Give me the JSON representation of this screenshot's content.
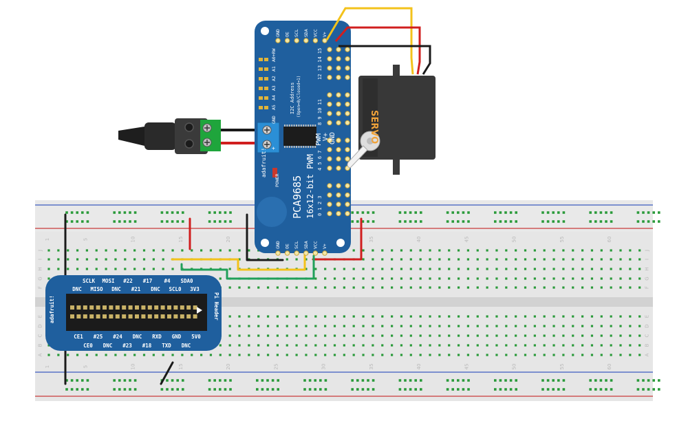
{
  "breadboard": {
    "column_numbers": [
      "1",
      "5",
      "10",
      "15",
      "20",
      "25",
      "30",
      "35",
      "40",
      "45",
      "50",
      "55",
      "60"
    ],
    "row_letters_top": [
      "J",
      "I",
      "H",
      "G",
      "F"
    ],
    "row_letters_bottom": [
      "E",
      "D",
      "C",
      "B",
      "A"
    ]
  },
  "pwm_board": {
    "model": "PCA9685",
    "subtitle": "16x12-bit PWM",
    "brand": "adafruit!",
    "power_label": "POWER",
    "address_label": "I2C Address",
    "address_note": "(Open=0/Closed=1)",
    "address_pins": [
      "A5",
      "A4",
      "A3",
      "A2",
      "A1",
      "A0+RW"
    ],
    "top_header": [
      "GND",
      "OE",
      "SCL",
      "SDA",
      "VCC",
      "V+"
    ],
    "bottom_header": [
      "GND",
      "OE",
      "SCL",
      "SDA",
      "VCC",
      "V+"
    ],
    "terminal_labels": [
      "GND",
      "+"
    ],
    "channel_groups": [
      "12 13 14 15",
      "8 9 10 11",
      "4 5 6 7",
      "0 1 2 3"
    ],
    "servo_header_labels": [
      "PWM",
      "V+",
      "GND"
    ]
  },
  "servo": {
    "label": "SERVO"
  },
  "cobbler": {
    "brand": "adafruit!",
    "title": "Pi Header",
    "top_row_1": [
      "SCLK",
      "MOSI",
      "#22",
      "#17",
      "#4",
      "SDA0"
    ],
    "top_row_2": [
      "DNC",
      "MISO",
      "DNC",
      "#21",
      "DNC",
      "SCL0",
      "3V3"
    ],
    "bottom_row_1": [
      "CE1",
      "#25",
      "#24",
      "DNC",
      "RXD",
      "GND",
      "5V0"
    ],
    "bottom_row_2": [
      "CE0",
      "DNC",
      "#23",
      "#18",
      "TXD",
      "DNC"
    ]
  },
  "colors": {
    "pcb_blue": "#1f5f9e",
    "breadboard": "#e6e6e6",
    "hole_green": "#2a9a3a",
    "wire_red": "#d01e1e",
    "wire_black": "#1a1a1a",
    "wire_yellow": "#f3c21b",
    "wire_green": "#21a05a",
    "terminal_green": "#1fa53c"
  }
}
